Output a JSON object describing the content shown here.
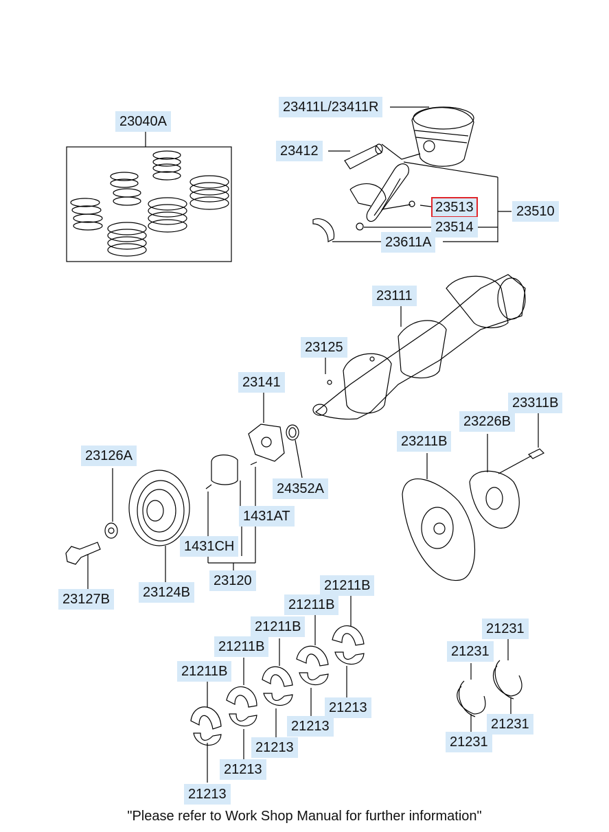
{
  "labels": {
    "l23040A": "23040A",
    "l23411": "23411L/23411R",
    "l23412": "23412",
    "l23513": "23513",
    "l23510": "23510",
    "l23514": "23514",
    "l23611A": "23611A",
    "l23111": "23111",
    "l23125": "23125",
    "l23141": "23141",
    "l24352A": "24352A",
    "l23126A": "23126A",
    "l1431AT": "1431AT",
    "l1431CH": "1431CH",
    "l23120": "23120",
    "l23127B": "23127B",
    "l23124B": "23124B",
    "l23311B": "23311B",
    "l23226B": "23226B",
    "l23211B": "23211B",
    "b21211B_1": "21211B",
    "b21211B_2": "21211B",
    "b21211B_3": "21211B",
    "b21211B_4": "21211B",
    "b21211B_5": "21211B",
    "b21213_1": "21213",
    "b21213_2": "21213",
    "b21213_3": "21213",
    "b21213_4": "21213",
    "b21213_5": "21213",
    "t21231_1": "21231",
    "t21231_2": "21231",
    "t21231_3": "21231",
    "t21231_4": "21231"
  },
  "highlighted_label": "23513",
  "footer_note": "\"Please refer to Work Shop Manual for further information\"",
  "colors": {
    "label_bg": "#d6e9f8",
    "highlight": "#e0262b",
    "line": "#000000"
  }
}
